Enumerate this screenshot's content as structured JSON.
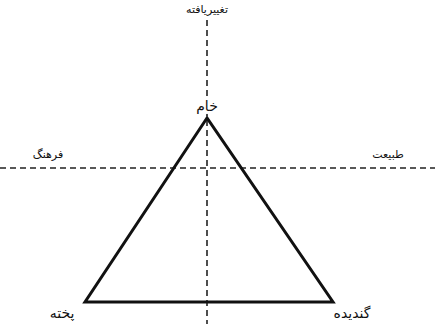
{
  "diagram": {
    "labels": [
      "تغییریافته",
      "خام",
      "فرهنگ",
      "طبیعت",
      "پخته",
      "گندیده"
    ]
  }
}
